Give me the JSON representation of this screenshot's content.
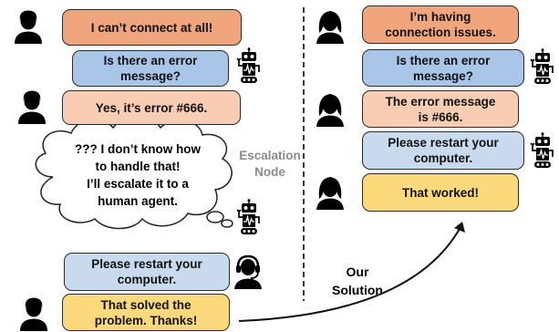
{
  "left_conversation": {
    "msg1": "I can’t connect at all!",
    "msg2": "Is there an error\nmessage?",
    "msg3": "Yes, it’s error #666.",
    "thought": "??? I don’t know how\nto handle that!\nI’ll escalate it to a\nhuman agent.",
    "escalation_label": "Escalation\nNode",
    "msg4": "Please restart your\ncomputer.",
    "msg5": "That solved the\nproblem. Thanks!"
  },
  "right_conversation": {
    "msg1": "I’m having\nconnection issues.",
    "msg2": "Is there an error\nmessage?",
    "msg3": "The error message\nis  #666.",
    "msg4": "Please restart your\ncomputer.",
    "msg5": "That worked!"
  },
  "solution_label": "Our\nSolution",
  "colors": {
    "orange": "#f0a57c",
    "blue": "#a9c5e8",
    "peach": "#f8cdb3",
    "light_blue": "#c9daef",
    "yellow": "#fcd97a"
  },
  "icons": [
    "male-user-icon",
    "female-user-icon",
    "robot-icon",
    "headset-agent-icon",
    "thought-cloud"
  ]
}
